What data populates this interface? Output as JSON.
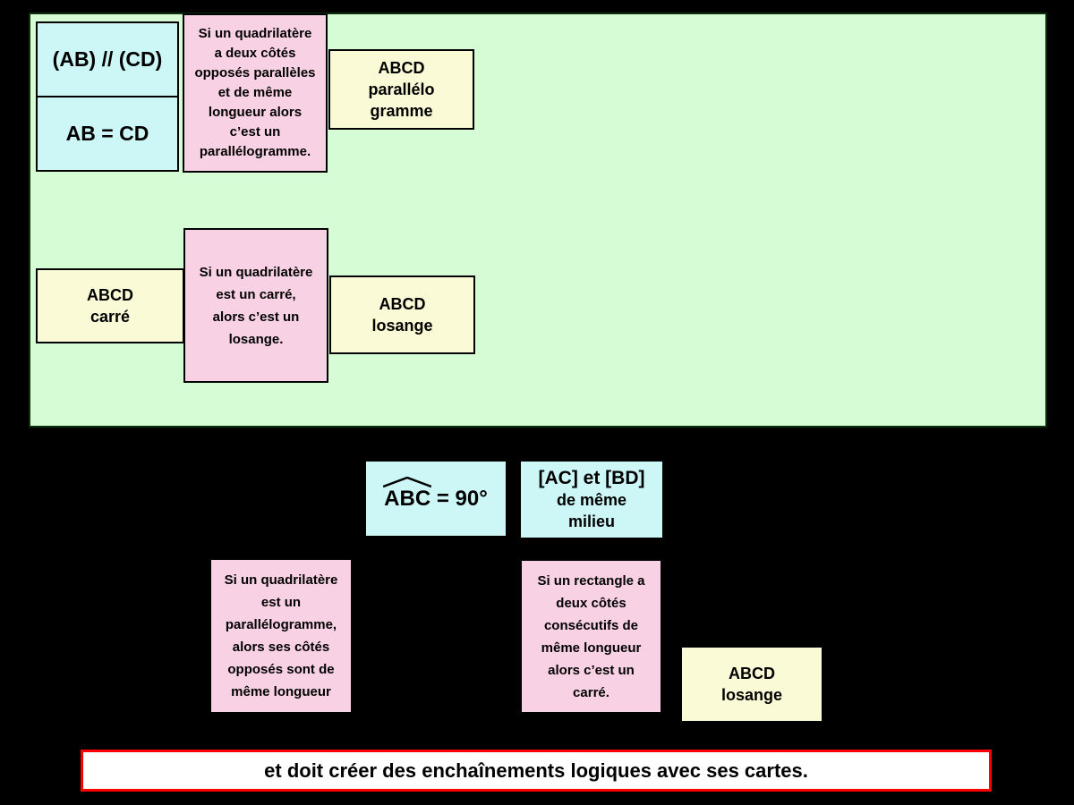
{
  "colors": {
    "background": "#000000",
    "panel_green": "#d5fcd5",
    "card_cyan": "#cdf6f6",
    "card_pink": "#f8d2e4",
    "card_yellow": "#fbfad6",
    "banner_bg": "#ffffff",
    "banner_border": "#ff0000"
  },
  "green_panel": {
    "hypothesis_card": {
      "parallel_statement": "(AB) // (CD)",
      "equal_statement": "AB = CD"
    },
    "rule_parallelogram_card": "Si un quadrilatère\na deux côtés\nopposés parallèles\net de même\nlongueur alors\nc’est un\nparallélogramme.",
    "conclusion_parallelogram_card": "ABCD\nparallélo\ngramme",
    "square_card": "ABCD\ncarré",
    "rule_square_losange_card": "Si un quadrilatère\nest un carré,\nalors c’est un\nlosange.",
    "losange_card": "ABCD\nlosange"
  },
  "hand_area": {
    "angle_card": {
      "angle_label": "ABC",
      "value_suffix": " = 90°"
    },
    "diagonals_card": {
      "line1": "[AC] et [BD]",
      "rest": "de même\nmilieu"
    },
    "rule_parallelogram_sides_card": "Si un quadrilatère\nest un\nparallélogramme,\nalors ses côtés\nopposés sont de\nmême longueur",
    "rule_rectangle_square_card": "Si un rectangle a\ndeux côtés\nconsécutifs de\nmême longueur\nalors c’est un\ncarré.",
    "losange_card": "ABCD\nlosange"
  },
  "banner": {
    "text": "et doit créer des enchaînements logiques avec ses cartes."
  }
}
